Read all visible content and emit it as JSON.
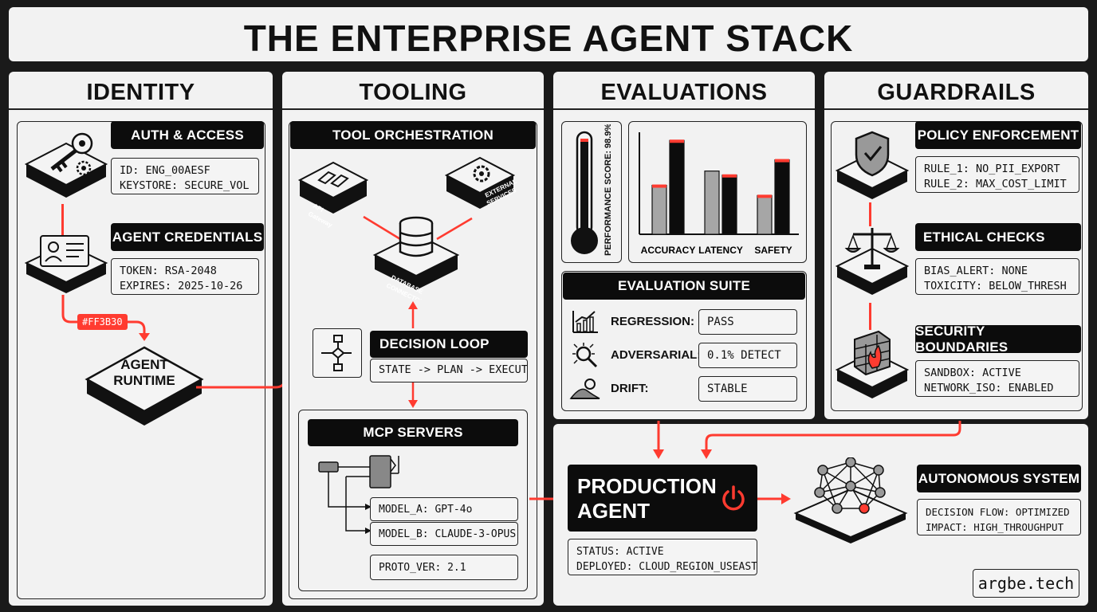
{
  "title": "THE ENTERPRISE AGENT STACK",
  "accent_color": "#FF3B30",
  "columns": {
    "identity": "IDENTITY",
    "tooling": "TOOLING",
    "evaluations": "EVALUATIONS",
    "guardrails": "GUARDRAILS"
  },
  "identity": {
    "auth_header": "AUTH & ACCESS",
    "auth_lines": [
      "ID: ENG_00AESF",
      "KEYSTORE: SECURE_VOL"
    ],
    "cred_header": "AGENT CREDENTIALS",
    "cred_lines": [
      "TOKEN: RSA-2048",
      "EXPIRES: 2025-10-26"
    ],
    "color_tag": "#FF3B30",
    "runtime_lines": [
      "AGENT",
      "RUNTIME"
    ]
  },
  "tooling": {
    "orch_header": "TOOL ORCHESTRATION",
    "api_gateway": [
      "API",
      "Gateway"
    ],
    "external_services": [
      "EXTERNAL",
      "SERVICES"
    ],
    "db_connector": [
      "DATABASE",
      "CONNECTOR"
    ],
    "loop_header": "DECISION LOOP",
    "loop_flow": "STATE -> PLAN -> EXECUTE",
    "mcp_header": "MCP SERVERS",
    "model_a": "MODEL_A: GPT-4o",
    "model_b": "MODEL_B: CLAUDE-3-OPUS",
    "proto": "PROTO_VER: 2.1"
  },
  "evaluations": {
    "thermo_label": "PERFORMANCE SCORE: 98.9%",
    "suite_header": "EVALUATION SUITE",
    "rows": [
      {
        "label": "REGRESSION:",
        "value": "PASS",
        "icon": "trend-chart-icon"
      },
      {
        "label": "ADVERSARIAL:",
        "value": "0.1% DETECT",
        "icon": "bug-magnifier-icon"
      },
      {
        "label": "DRIFT:",
        "value": "STABLE",
        "icon": "mountain-sun-icon"
      }
    ]
  },
  "chart_data": {
    "type": "bar",
    "categories": [
      "ACCURACY",
      "LATENCY",
      "SAFETY"
    ],
    "series": [
      {
        "values": [
          48,
          62,
          38
        ]
      },
      {
        "values": [
          92,
          58,
          73
        ]
      }
    ],
    "ylim": [
      0,
      100
    ],
    "colors": [
      "#a6a6a6",
      "#0c0c0c"
    ],
    "cap_color": "#FF3B30"
  },
  "guardrails": {
    "policy_header": "POLICY ENFORCEMENT",
    "policy_lines": [
      "RULE_1: NO_PII_EXPORT",
      "RULE_2: MAX_COST_LIMIT"
    ],
    "ethics_header": "ETHICAL CHECKS",
    "ethics_lines": [
      "BIAS_ALERT: NONE",
      "TOXICITY: BELOW_THRESH"
    ],
    "security_header": "SECURITY BOUNDARIES",
    "security_lines": [
      "SANDBOX: ACTIVE",
      "NETWORK_ISO: ENABLED"
    ]
  },
  "production": {
    "title_lines": [
      "PRODUCTION",
      "AGENT"
    ],
    "status_lines": [
      "STATUS: ACTIVE",
      "DEPLOYED: CLOUD_REGION_USEAST"
    ],
    "auto_header": "AUTONOMOUS SYSTEM",
    "auto_lines": [
      "DECISION FLOW: OPTIMIZED",
      "IMPACT: HIGH_THROUGHPUT"
    ]
  },
  "brand": "argbe.tech"
}
